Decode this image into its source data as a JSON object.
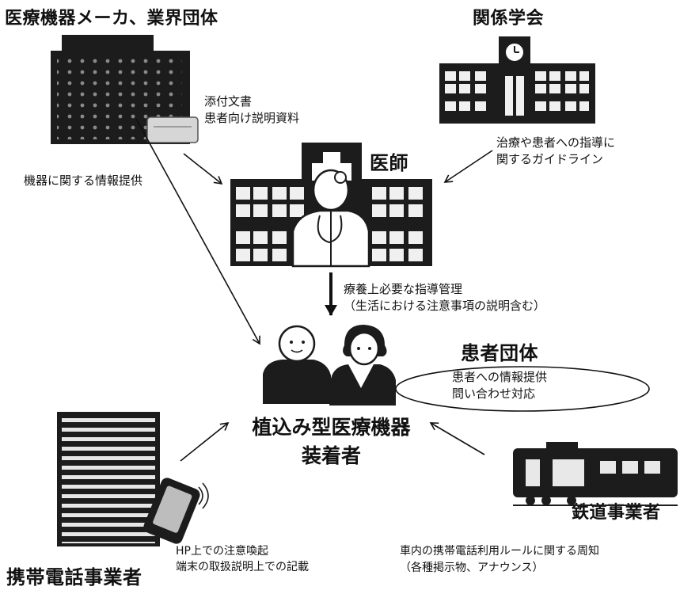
{
  "nodes": {
    "manufacturer": {
      "title": "医療機器メーカ、業界団体"
    },
    "academic": {
      "title": "関係学会"
    },
    "doctor": {
      "title": "医師"
    },
    "patient_group": {
      "title": "患者団体"
    },
    "wearer": {
      "title_line1": "植込み型医療機器",
      "title_line2": "装着者"
    },
    "mobile": {
      "title": "携帯電話事業者"
    },
    "railway": {
      "title": "鉄道事業者"
    }
  },
  "notes": {
    "manufacturer_docs": [
      "添付文書",
      "患者向け説明資料"
    ],
    "manufacturer_info": "機器に関する情報提供",
    "academic_guideline": [
      "治療や患者への指導に",
      "関するガイドライン"
    ],
    "doctor_guidance": [
      "療養上必要な指導管理",
      "（生活における注意事項の説明含む）"
    ],
    "patient_group_services": [
      "患者への情報提供",
      "問い合わせ対応"
    ],
    "mobile_notice": [
      "HP上での注意喚起",
      "端末の取扱説明上での記載"
    ],
    "railway_notice": [
      "車内の携帯電話利用ルールに関する周知",
      "（各種掲示物、アナウンス）"
    ]
  },
  "icons": [
    "office-building-icon",
    "university-building-icon",
    "hospital-doctor-icon",
    "patient-couple-icon",
    "office-building-dark-icon",
    "smartphone-icon",
    "train-icon"
  ],
  "colors": {
    "ink": "#111111",
    "building_dark": "#1c1c1c",
    "grid": "#9a9a9a",
    "window": "#e8e8e8"
  }
}
